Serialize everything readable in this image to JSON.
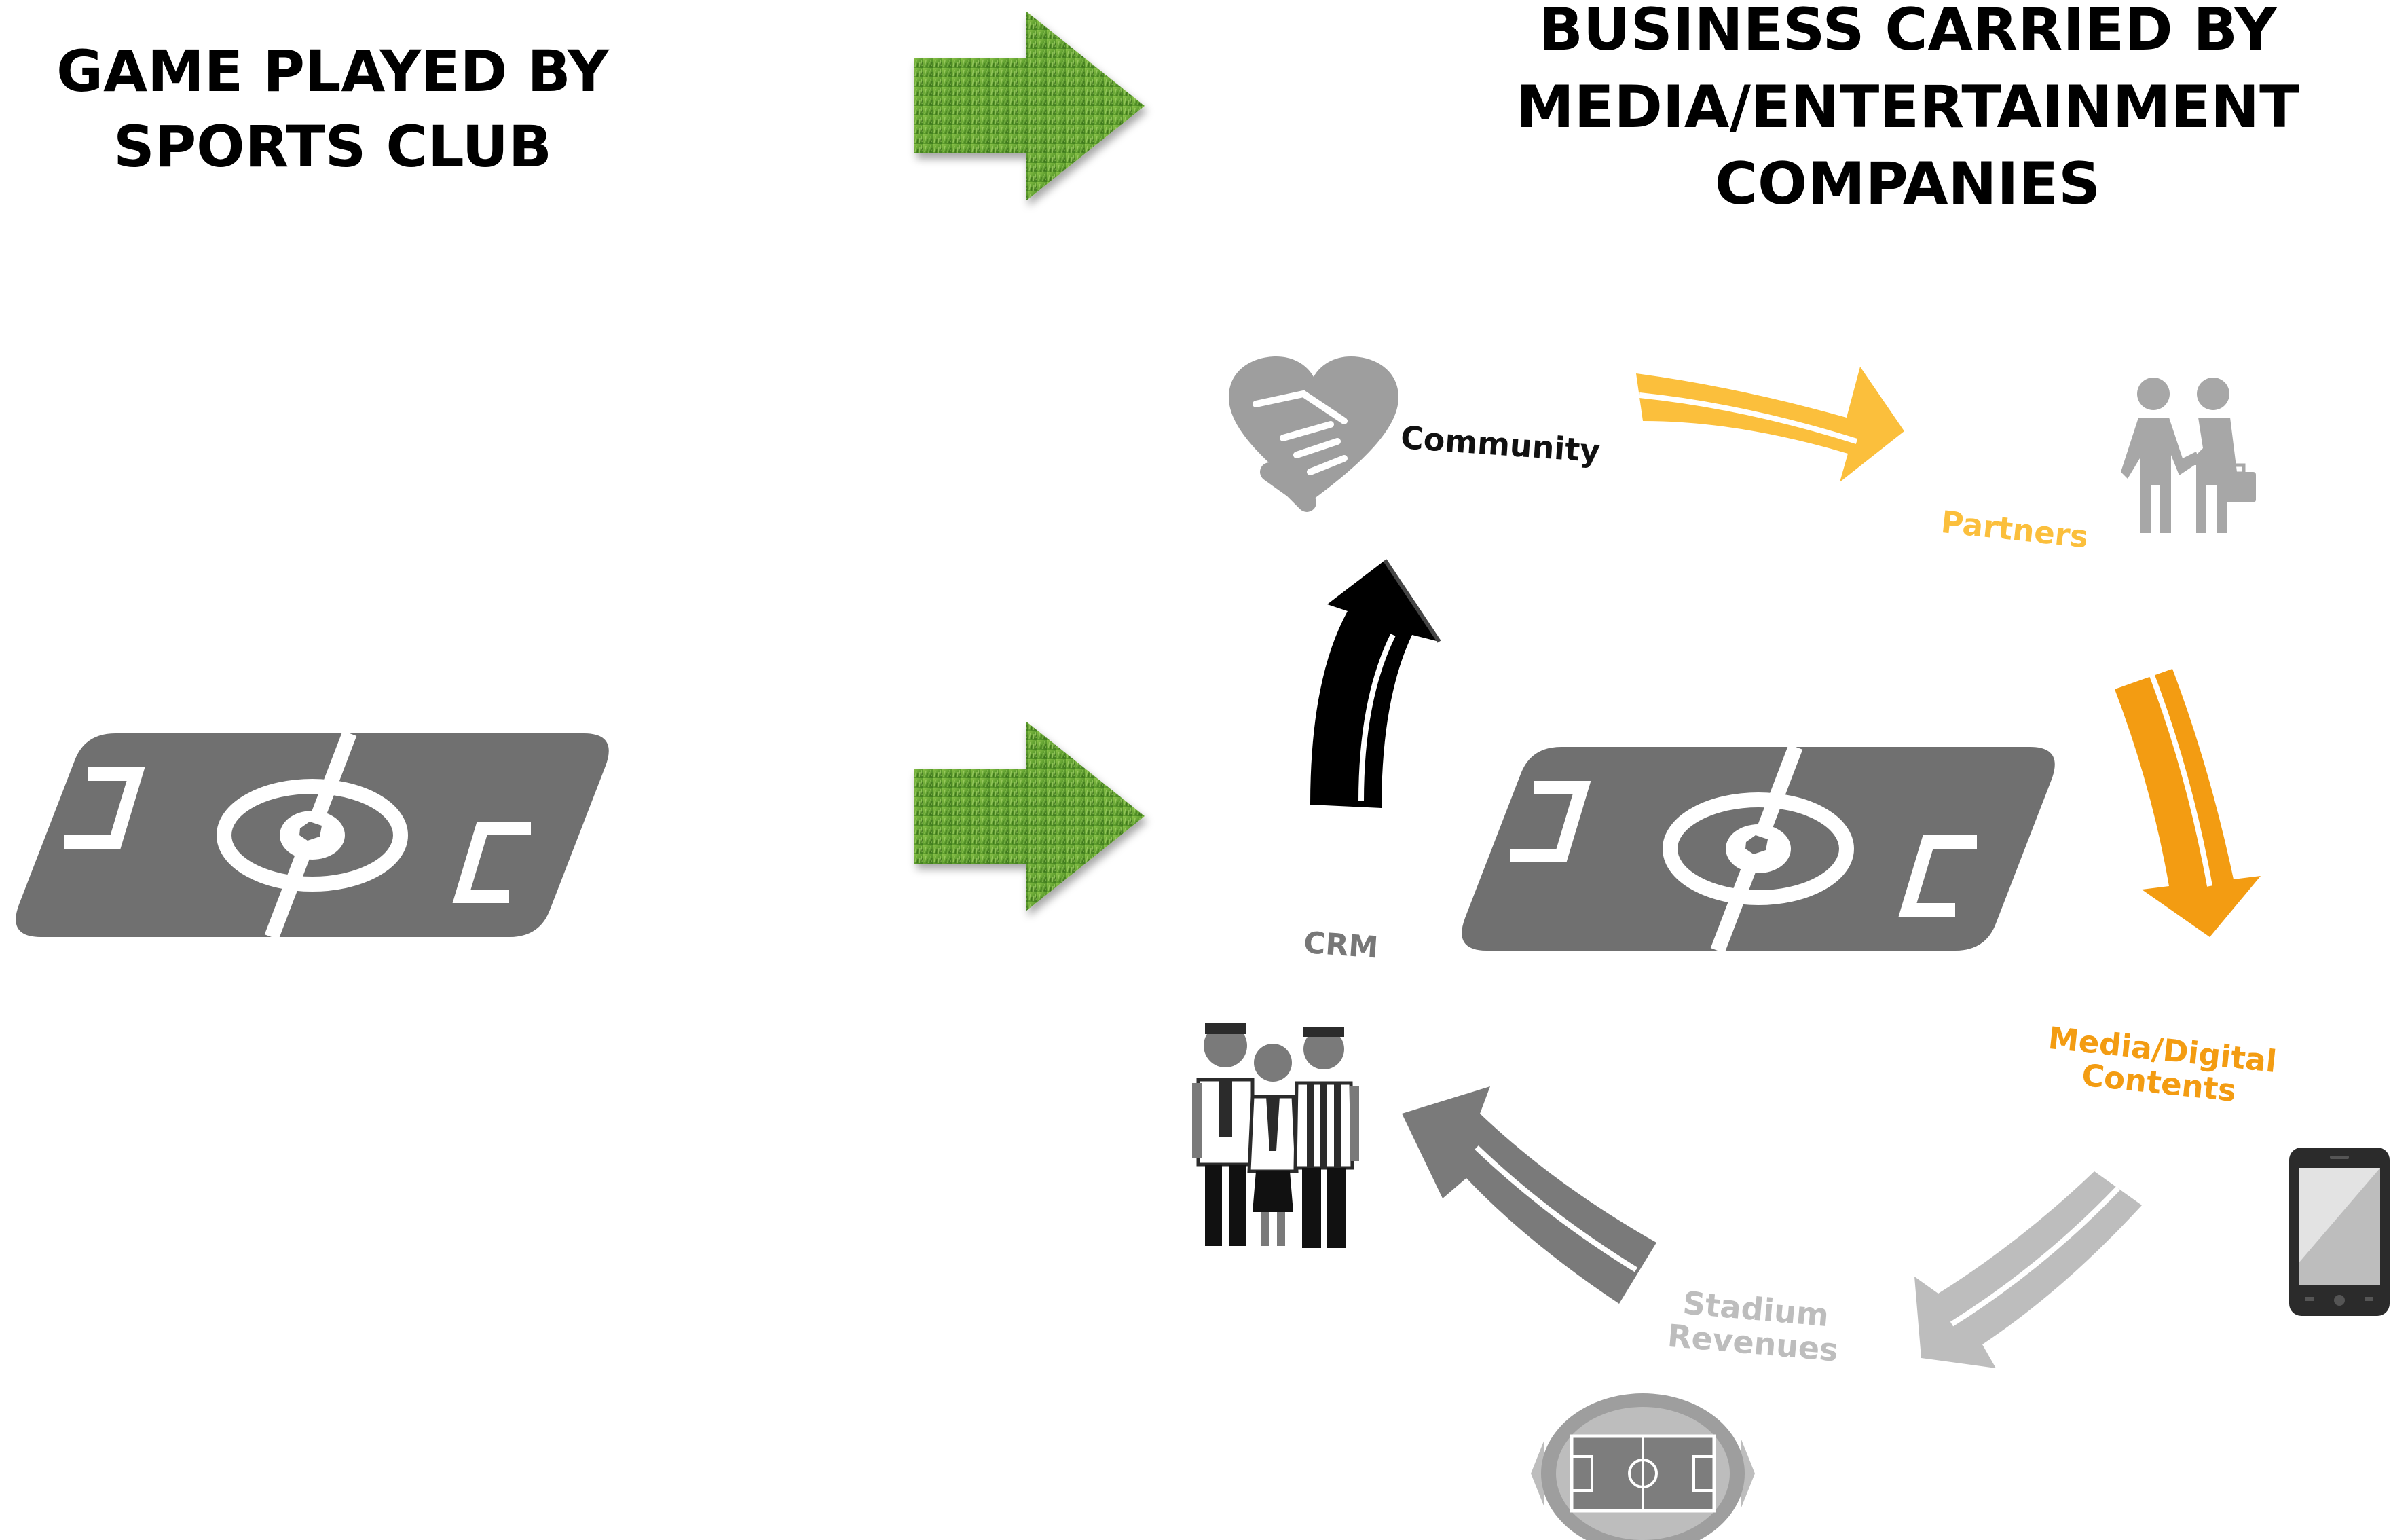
{
  "left_heading": {
    "lines": [
      "GAME PLAYED BY",
      "SPORTS CLUB"
    ]
  },
  "right_heading": {
    "lines": [
      "BUSINESS CARRIED BY",
      "MEDIA/ENTERTAINMENT",
      "COMPANIES"
    ]
  },
  "cycle": {
    "community": {
      "label": "Community",
      "color": "#111111",
      "icon": "handshake-heart-icon"
    },
    "partners": {
      "label": "Partners",
      "color": "#FBBF3C",
      "icon": "business-partners-icon"
    },
    "media": {
      "lines": [
        "Media/Digital",
        "Contents"
      ],
      "color": "#F39C12",
      "icon": "smartphone-icon"
    },
    "stadium": {
      "lines": [
        "Stadium",
        "Revenues"
      ],
      "color": "#BDBDBD",
      "icon": "stadium-icon"
    },
    "crm": {
      "label": "CRM",
      "color": "#777777",
      "icon": "fans-icon"
    }
  },
  "colors": {
    "pitch": "#707070",
    "grass": "#5E9E2E",
    "arrow_black": "#000000",
    "arrow_yellow": "#FBBF3C",
    "arrow_orange": "#F39C12",
    "arrow_lightgray": "#BDBDBD",
    "arrow_gray": "#7A7A7A"
  }
}
